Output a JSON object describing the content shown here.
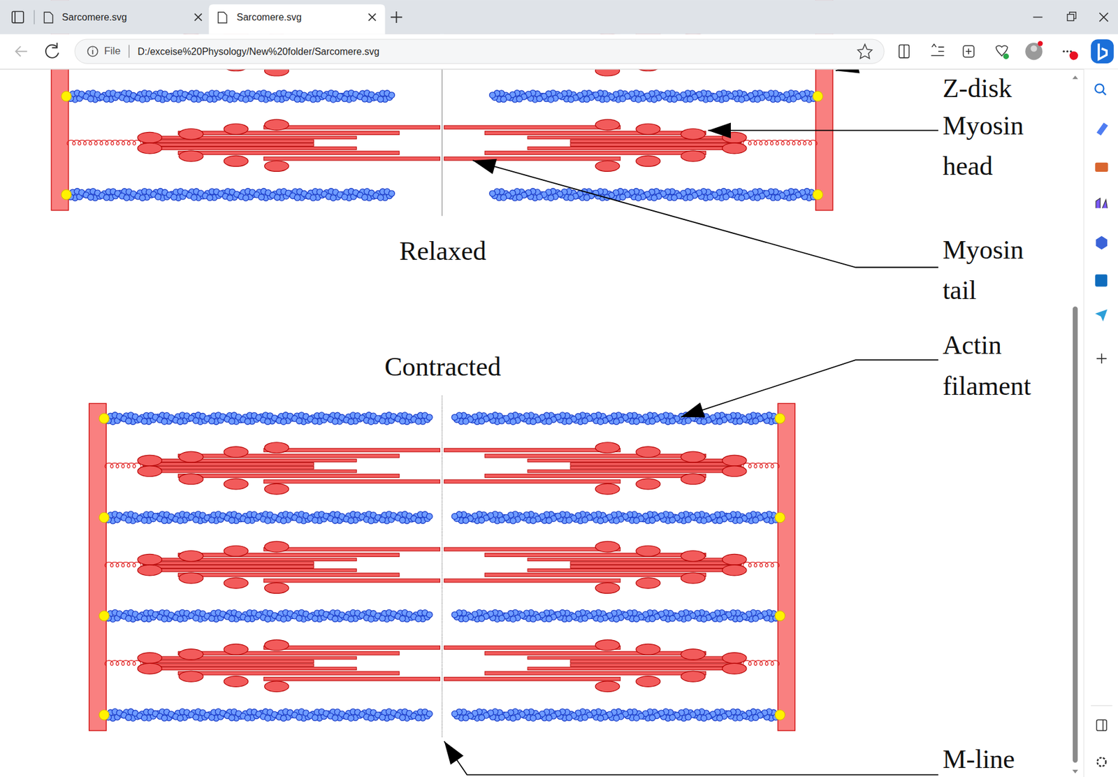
{
  "diagram": {
    "labels": [
      "Sarcomere.svg",
      "Sarcomere.svg",
      "File",
      "D:/exceise%20Physology/New%20folder/Sarcomere.svg",
      "Z-disk",
      "Myosin head",
      "Relaxed",
      "Myosin tail",
      "Actin filament",
      "Contracted",
      "M-line"
    ]
  }
}
